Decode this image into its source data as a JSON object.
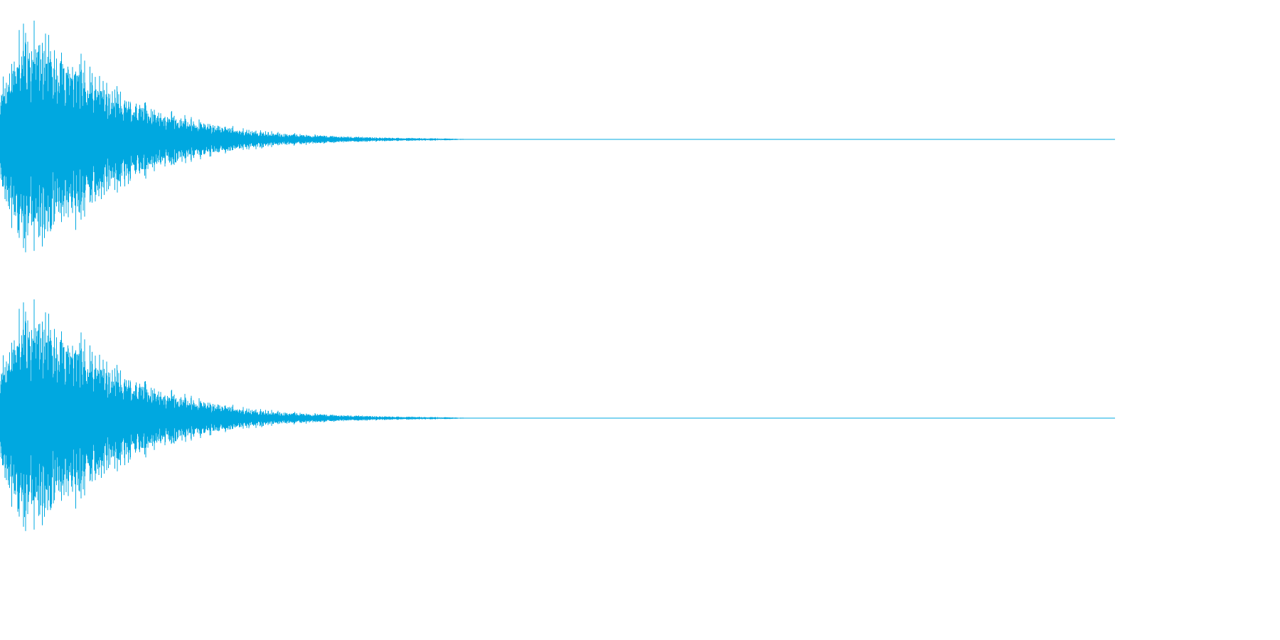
{
  "chart_data": {
    "type": "area",
    "description_free": true,
    "channels": [
      {
        "channel": 1,
        "envelope": {
          "x": [
            0.0,
            0.01,
            0.02,
            0.03,
            0.04,
            0.06,
            0.08,
            0.1,
            0.13,
            0.16,
            0.19,
            0.22,
            0.25,
            0.3,
            0.35,
            0.4,
            0.43,
            1.0
          ],
          "amplitude": [
            0.45,
            0.75,
            0.95,
            1.0,
            0.95,
            0.82,
            0.62,
            0.45,
            0.33,
            0.22,
            0.14,
            0.09,
            0.06,
            0.03,
            0.015,
            0.008,
            0.0,
            0.0
          ]
        }
      },
      {
        "channel": 2,
        "envelope": {
          "x": [
            0.0,
            0.01,
            0.02,
            0.03,
            0.04,
            0.06,
            0.08,
            0.1,
            0.13,
            0.16,
            0.19,
            0.22,
            0.25,
            0.3,
            0.35,
            0.4,
            0.43,
            1.0
          ],
          "amplitude": [
            0.45,
            0.75,
            0.95,
            1.0,
            0.95,
            0.82,
            0.62,
            0.45,
            0.33,
            0.22,
            0.14,
            0.09,
            0.06,
            0.03,
            0.015,
            0.008,
            0.0,
            0.0
          ]
        }
      }
    ],
    "x_range": [
      0,
      1
    ],
    "y_range": [
      -1,
      1
    ],
    "grid": false,
    "legend": "none"
  },
  "colors": {
    "waveform": "#00a8e0",
    "background": "#ffffff"
  }
}
